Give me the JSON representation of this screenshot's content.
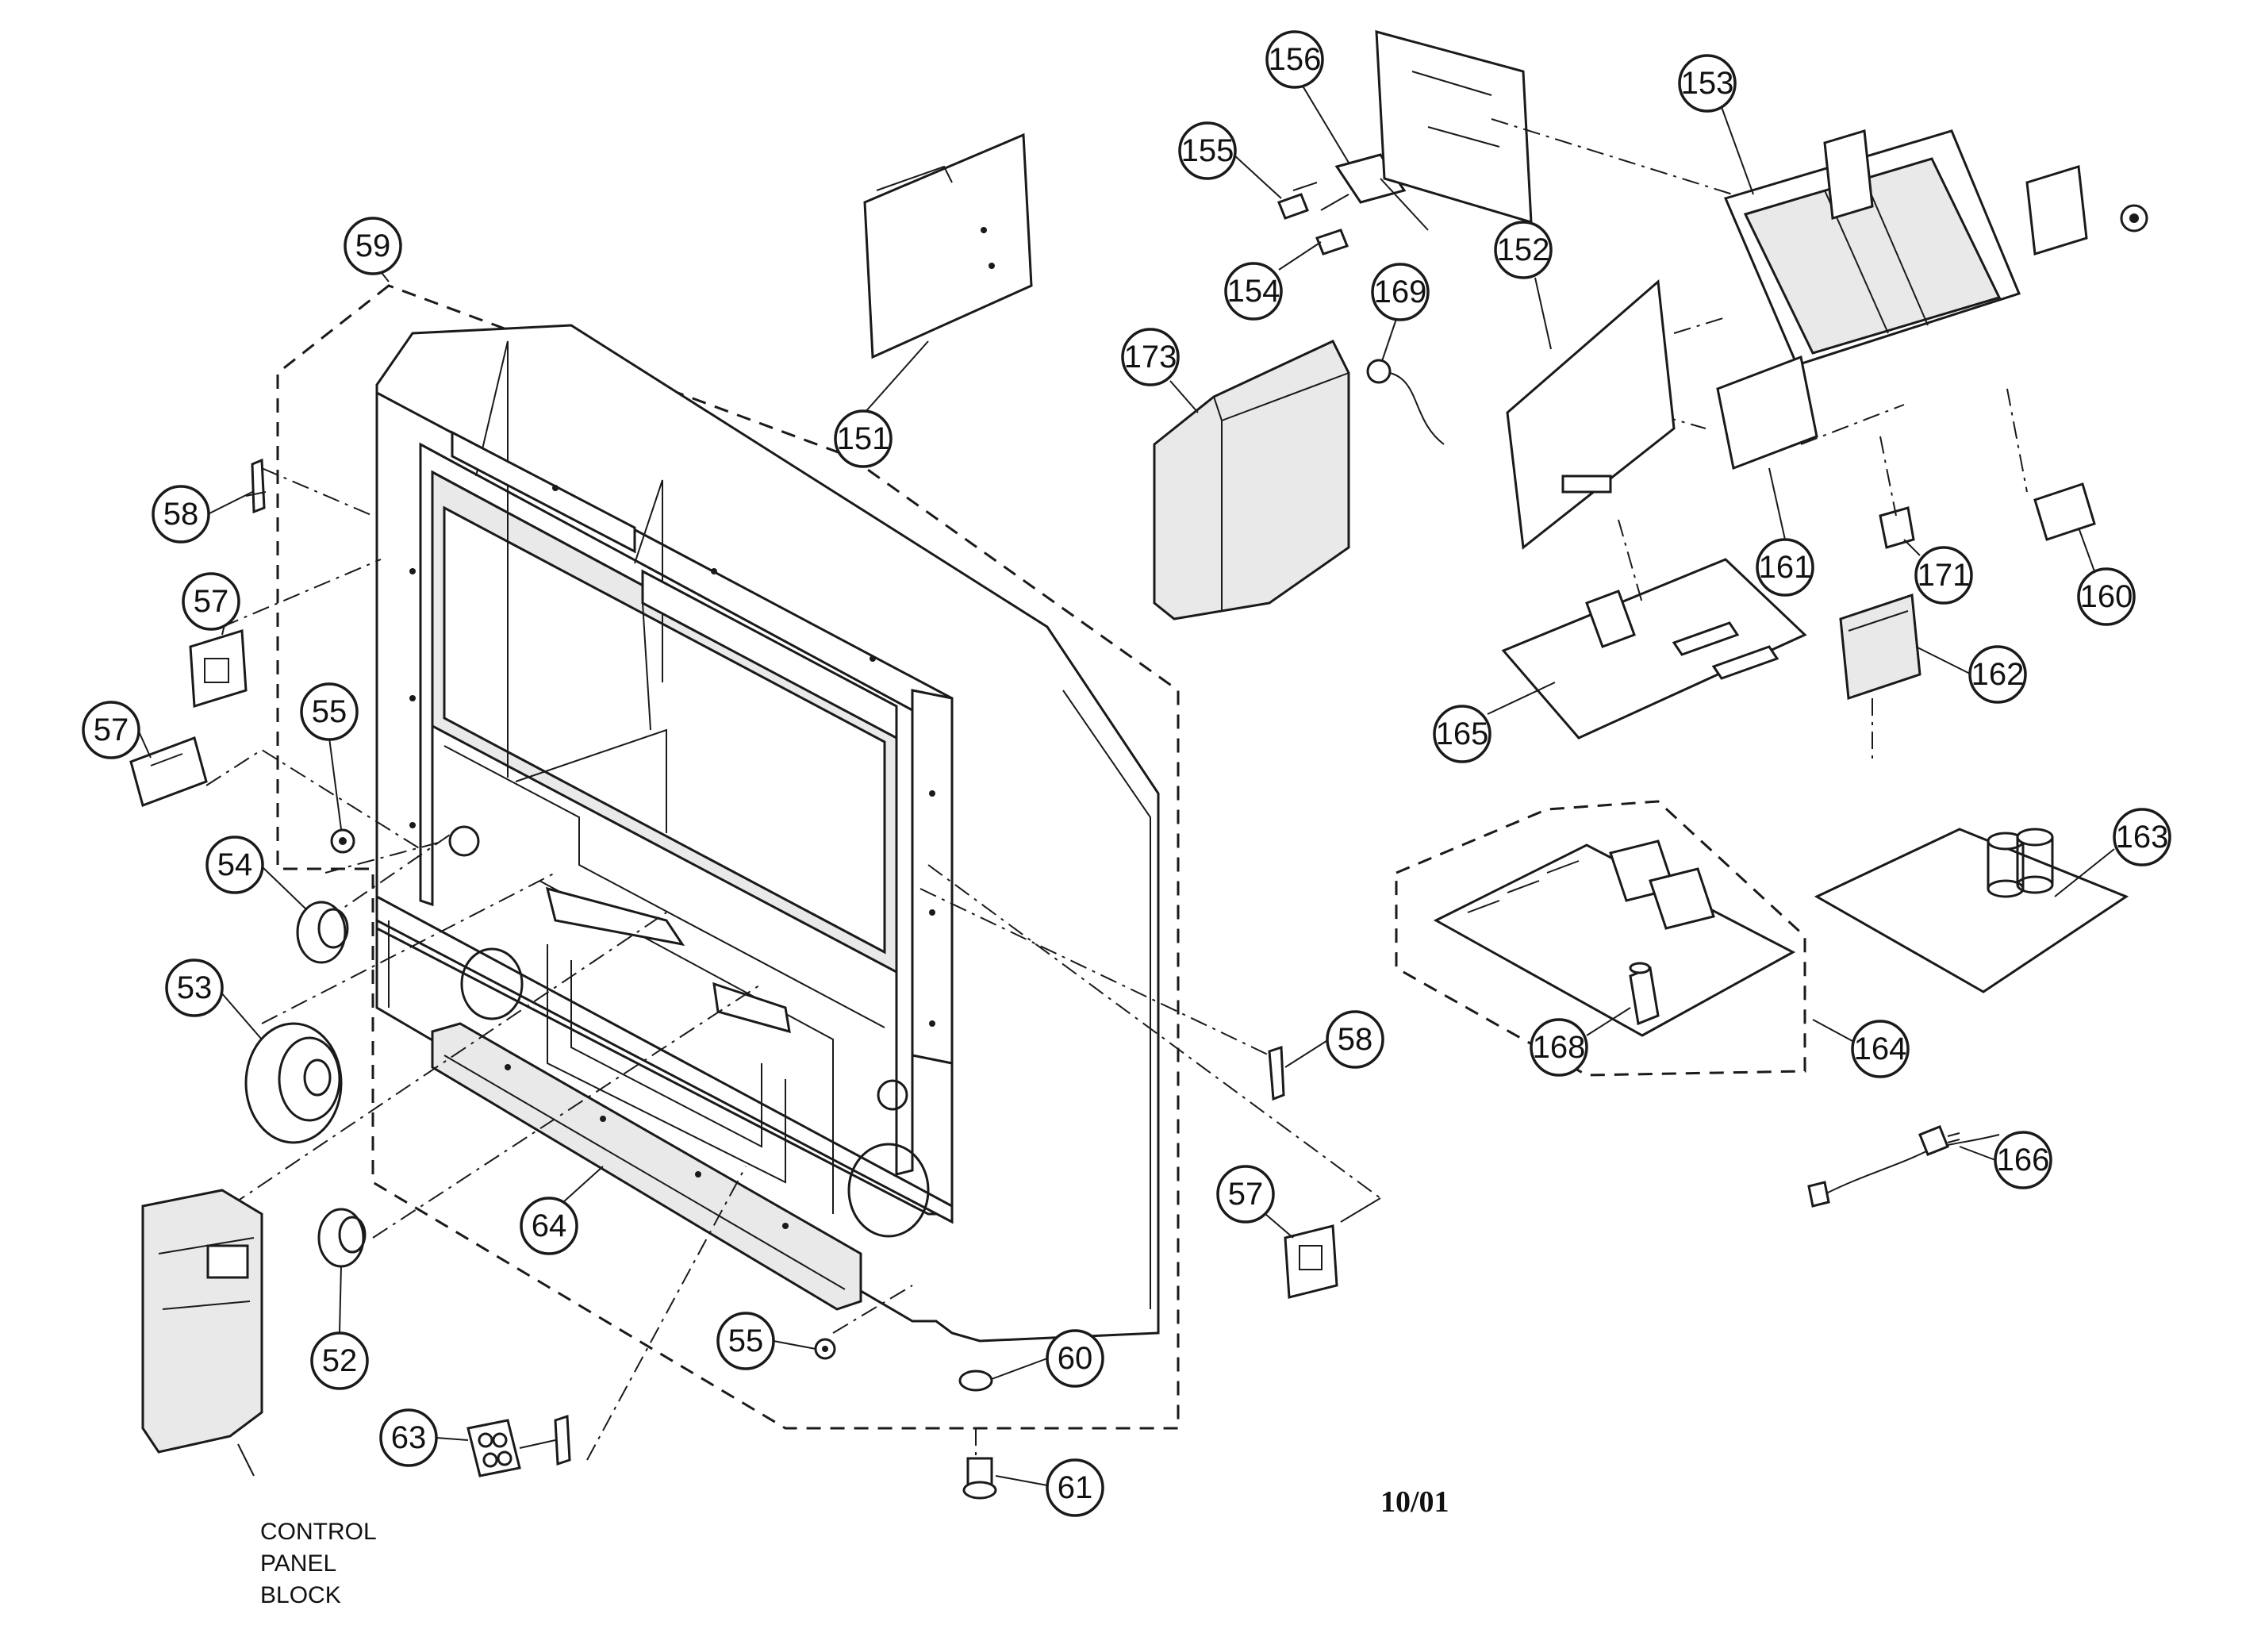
{
  "diagram": {
    "callouts": {
      "c151": "151",
      "c152": "152",
      "c153": "153",
      "c154": "154",
      "c155": "155",
      "c156": "156",
      "c160": "160",
      "c161": "161",
      "c162": "162",
      "c163": "163",
      "c164": "164",
      "c165": "165",
      "c166": "166",
      "c168": "168",
      "c169": "169",
      "c171": "171",
      "c173": "173",
      "c52": "52",
      "c53": "53",
      "c54": "54",
      "c55a": "55",
      "c55b": "55",
      "c57a": "57",
      "c57b": "57",
      "c57c": "57",
      "c58a": "58",
      "c58b": "58",
      "c59": "59",
      "c60": "60",
      "c61": "61",
      "c63": "63",
      "c64": "64"
    },
    "caption_lines": [
      "CONTROL",
      "PANEL",
      "BLOCK"
    ],
    "date_stamp": "10/01"
  }
}
